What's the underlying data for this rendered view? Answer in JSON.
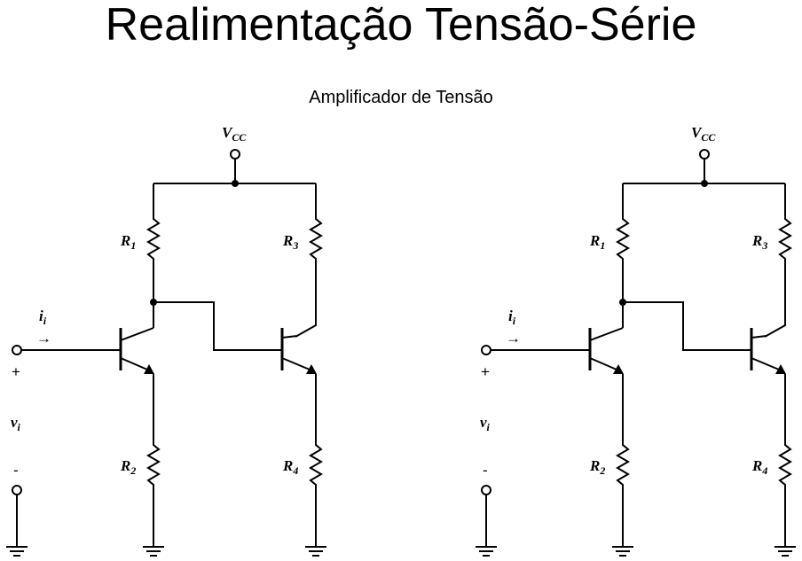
{
  "title": "Realimentação Tensão-Série",
  "subtitle": "Amplificador de Tensão",
  "circuit": {
    "supply": {
      "main": "V",
      "sub": "CC"
    },
    "resistors": [
      {
        "main": "R",
        "sub": "1"
      },
      {
        "main": "R",
        "sub": "3"
      },
      {
        "main": "R",
        "sub": "2"
      },
      {
        "main": "R",
        "sub": "4"
      }
    ],
    "input_current": {
      "main": "i",
      "sub": "i",
      "arrow": "→"
    },
    "input_voltage": {
      "main": "v",
      "sub": "i"
    },
    "plus_sign": "+",
    "minus_sign": "-"
  }
}
